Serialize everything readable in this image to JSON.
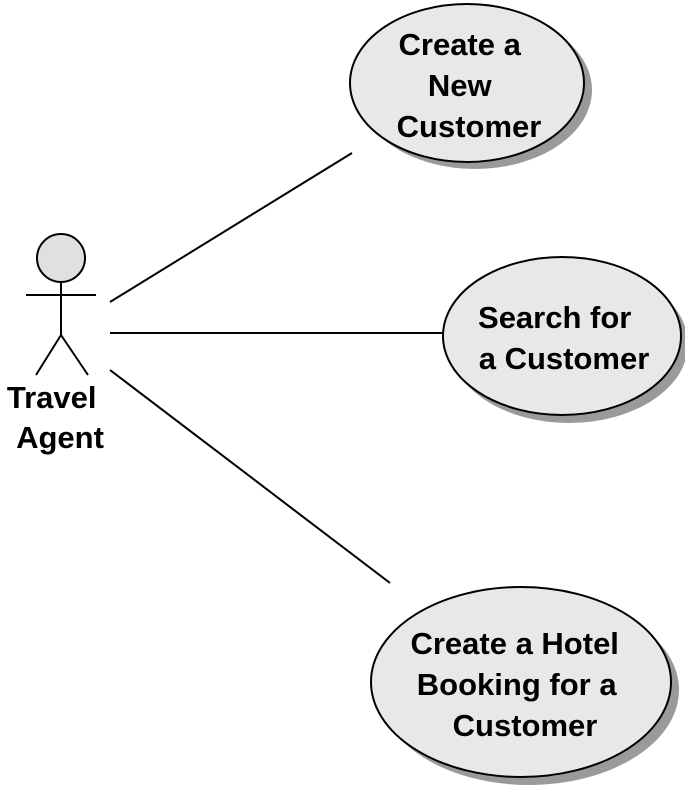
{
  "actor": {
    "name_lines": [
      "Travel",
      "Agent"
    ],
    "head_fill": "#e0e0e0"
  },
  "use_cases": [
    {
      "id": "create-new-customer",
      "lines": [
        "Create a",
        "New",
        "Customer"
      ]
    },
    {
      "id": "search-customer",
      "lines": [
        "Search for",
        "a Customer"
      ]
    },
    {
      "id": "create-hotel-booking",
      "lines": [
        "Create a Hotel",
        "Booking for a",
        "Customer"
      ]
    }
  ],
  "colors": {
    "ellipse_fill": "#e8e8e8",
    "shadow": "#9a9a9a",
    "stroke": "#000000"
  }
}
